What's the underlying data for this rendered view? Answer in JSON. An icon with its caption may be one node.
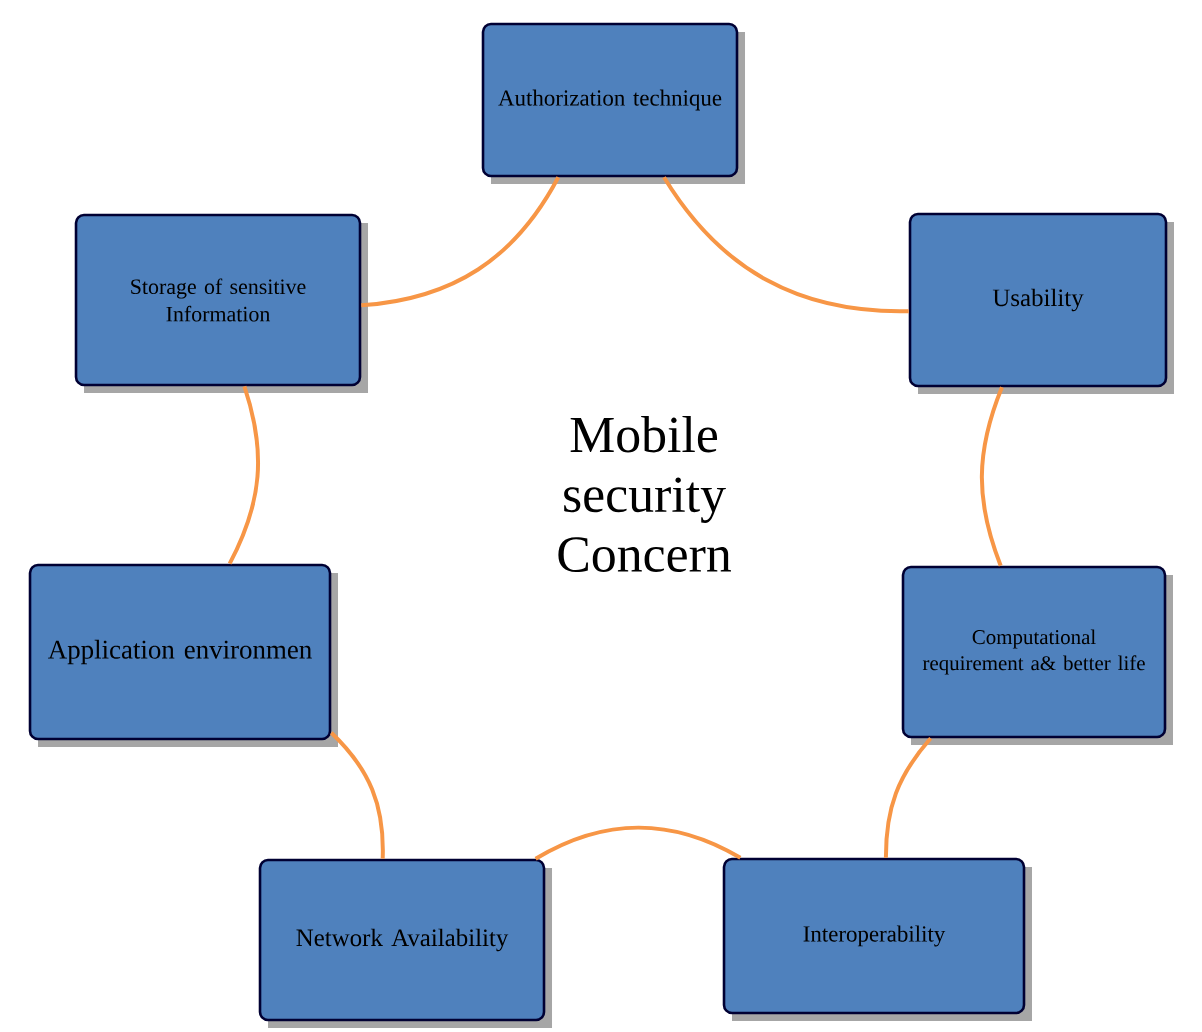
{
  "diagram": {
    "nodes": [
      {
        "text": [
          "Authorization technique"
        ]
      },
      {
        "text": [
          "Usability"
        ]
      },
      {
        "text": [
          "Computational requirement a& better life"
        ]
      },
      {
        "text": [
          "Interoperability"
        ]
      },
      {
        "text": [
          "Network Availability"
        ]
      },
      {
        "text": [
          "Application environmen"
        ]
      },
      {
        "text": [
          "Storage of sensitive Information"
        ]
      }
    ],
    "edges": [
      {
        "from": 0,
        "to": 1,
        "arrow": "none"
      },
      {
        "from": 1,
        "to": 2,
        "arrow": "none"
      },
      {
        "from": 2,
        "to": 3,
        "arrow": "none"
      },
      {
        "from": 3,
        "to": 4,
        "arrow": "none"
      },
      {
        "from": 4,
        "to": 5,
        "arrow": "none"
      },
      {
        "from": 5,
        "to": 6,
        "arrow": "none"
      },
      {
        "from": 6,
        "to": 0,
        "arrow": "none"
      }
    ],
    "labels": [
      "Mobile security Concern"
    ]
  }
}
